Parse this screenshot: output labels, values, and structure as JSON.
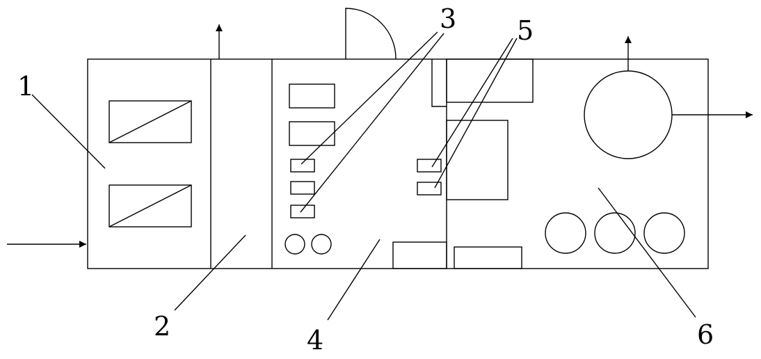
{
  "diagram": {
    "stroke_color": "#000000",
    "background_color": "#ffffff",
    "callouts": {
      "c1": "1",
      "c2": "2",
      "c3": "3",
      "c4": "4",
      "c5": "5",
      "c6": "6"
    }
  }
}
